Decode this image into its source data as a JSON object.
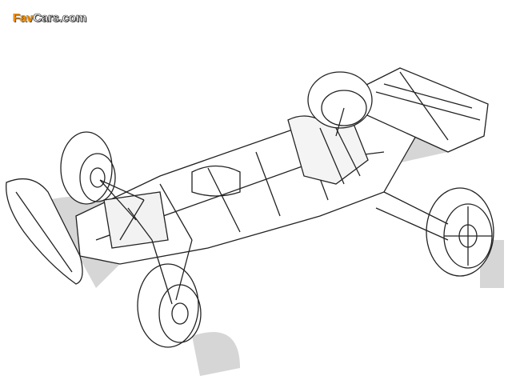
{
  "watermark": {
    "brand_accent": "Fav",
    "brand_rest": "Cars.com",
    "accent_color": "#f08c00"
  },
  "illustration": {
    "subject": "formula-car-cutaway"
  }
}
